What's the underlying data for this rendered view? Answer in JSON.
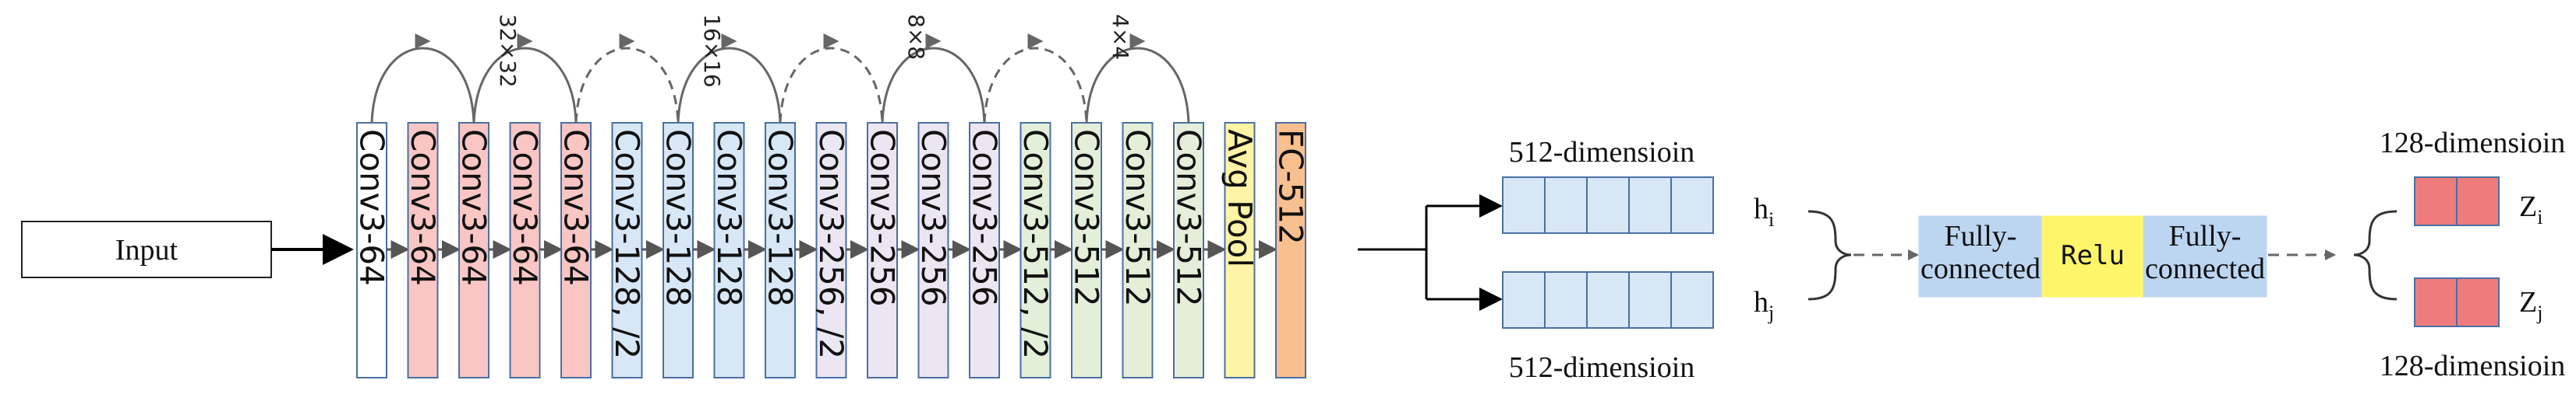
{
  "input_label": "Input",
  "layers": [
    {
      "label": "Conv3-64",
      "fill": "#ffffff",
      "stroke": "#4a6fa5"
    },
    {
      "label": "Conv3-64",
      "fill": "#f9c6c4",
      "stroke": "#4a6fa5"
    },
    {
      "label": "Conv3-64",
      "fill": "#f9c6c4",
      "stroke": "#4a6fa5"
    },
    {
      "label": "Conv3-64",
      "fill": "#f9c6c4",
      "stroke": "#4a6fa5"
    },
    {
      "label": "Conv3-64",
      "fill": "#f9c6c4",
      "stroke": "#4a6fa5"
    },
    {
      "label": "Conv3-128, /2",
      "fill": "#d7e7f5",
      "stroke": "#4a6fa5"
    },
    {
      "label": "Conv3-128",
      "fill": "#d7e7f5",
      "stroke": "#4a6fa5"
    },
    {
      "label": "Conv3-128",
      "fill": "#d7e7f5",
      "stroke": "#4a6fa5"
    },
    {
      "label": "Conv3-128",
      "fill": "#d7e7f5",
      "stroke": "#4a6fa5"
    },
    {
      "label": "Conv3-256, /2",
      "fill": "#ece6f2",
      "stroke": "#4a6fa5"
    },
    {
      "label": "Conv3-256",
      "fill": "#ece6f2",
      "stroke": "#4a6fa5"
    },
    {
      "label": "Conv3-256",
      "fill": "#ece6f2",
      "stroke": "#4a6fa5"
    },
    {
      "label": "Conv3-256",
      "fill": "#ece6f2",
      "stroke": "#4a6fa5"
    },
    {
      "label": "Conv3-512, /2",
      "fill": "#e4efd9",
      "stroke": "#4a6fa5"
    },
    {
      "label": "Conv3-512",
      "fill": "#e4efd9",
      "stroke": "#4a6fa5"
    },
    {
      "label": "Conv3-512",
      "fill": "#e4efd9",
      "stroke": "#4a6fa5"
    },
    {
      "label": "Conv3-512",
      "fill": "#e4efd9",
      "stroke": "#4a6fa5"
    },
    {
      "label": "Avg Pool",
      "fill": "#fff3a6",
      "stroke": "#4a6fa5"
    },
    {
      "label": "FC-512",
      "fill": "#f9c08f",
      "stroke": "#4a6fa5"
    }
  ],
  "skip_connections": [
    {
      "from": 1,
      "to": 3,
      "style": "solid"
    },
    {
      "from": 3,
      "to": 5,
      "style": "solid"
    },
    {
      "from": 5,
      "to": 7,
      "style": "dashed"
    },
    {
      "from": 7,
      "to": 9,
      "style": "solid"
    },
    {
      "from": 9,
      "to": 11,
      "style": "dashed"
    },
    {
      "from": 11,
      "to": 13,
      "style": "solid"
    },
    {
      "from": 13,
      "to": 15,
      "style": "dashed"
    },
    {
      "from": 15,
      "to": 17,
      "style": "solid"
    }
  ],
  "resolution_labels": [
    "32×32",
    "16×16",
    "8×8",
    "4×4"
  ],
  "vectors": {
    "h_i": {
      "label": "h",
      "subscript": "i",
      "dim_label": "512-dimensioin",
      "cells": 5
    },
    "h_j": {
      "label": "h",
      "subscript": "j",
      "dim_label": "512-dimensioin",
      "cells": 5
    },
    "cell_fill": "#d7e7f5"
  },
  "projection_head": {
    "fc1": "Fully-connected",
    "relu": "Relu",
    "fc2": "Fully-connected",
    "fc_fill": "#bcd6f2",
    "relu_fill": "#fff56b"
  },
  "outputs": {
    "z_i": {
      "label": "Z",
      "subscript": "i",
      "dim_label": "128-dimensioin",
      "cells": 2
    },
    "z_j": {
      "label": "Z",
      "subscript": "j",
      "dim_label": "128-dimensioin",
      "cells": 2
    },
    "cell_fill": "#ee7c7c"
  }
}
